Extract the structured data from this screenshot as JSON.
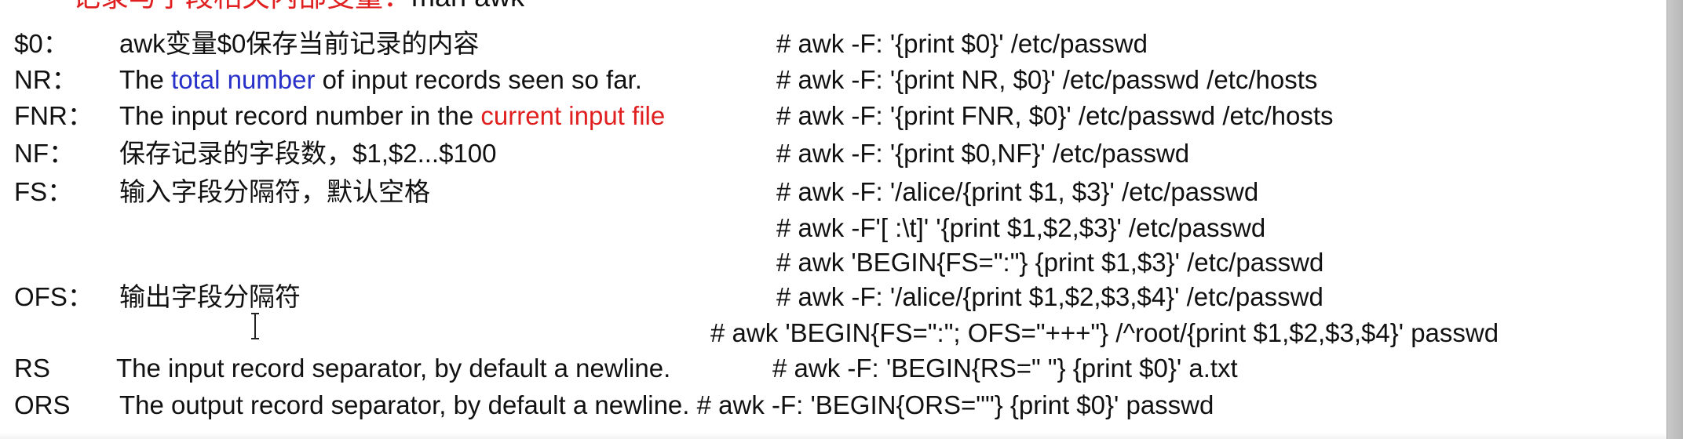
{
  "heading": {
    "marks": "＝＝",
    "title": "记录与字段相关内部变量：",
    "manref": "man awk"
  },
  "rows": [
    {
      "var": "$0：",
      "desc": "awk变量$0保存当前记录的内容",
      "cmd": "# awk -F: '{print $0}' /etc/passwd"
    },
    {
      "var": "NR：",
      "desc_pre": "The ",
      "desc_hl": "total number",
      "desc_post": " of input records seen so far.",
      "cmd": "# awk -F: '{print NR, $0}' /etc/passwd /etc/hosts"
    },
    {
      "var": "FNR：",
      "desc_pre": "The input record number in the ",
      "desc_hl": "current input file",
      "cmd": "# awk -F: '{print FNR, $0}' /etc/passwd /etc/hosts"
    },
    {
      "var": "NF：",
      "desc": "保存记录的字段数，$1,$2...$100",
      "cmd": "# awk -F: '{print $0,NF}' /etc/passwd"
    },
    {
      "var": "FS：",
      "desc": "输入字段分隔符，默认空格",
      "cmd": "# awk -F: '/alice/{print $1, $3}' /etc/passwd",
      "cmd2": "# awk -F'[ :\\t]' '{print $1,$2,$3}' /etc/passwd",
      "cmd3": "# awk 'BEGIN{FS=\":\"} {print $1,$3}' /etc/passwd"
    },
    {
      "var": "OFS：",
      "desc": "输出字段分隔符",
      "cmd": "# awk -F: '/alice/{print $1,$2,$3,$4}' /etc/passwd",
      "cmd2": "# awk 'BEGIN{FS=\":\"; OFS=\"+++\"} /^root/{print $1,$2,$3,$4}' passwd"
    },
    {
      "var": "RS",
      "desc": "The input record separator, by default a newline.",
      "cmd": "# awk -F: 'BEGIN{RS=\" \"} {print $0}' a.txt"
    },
    {
      "var": "ORS",
      "desc": "The output record separator, by default a newline.",
      "cmd": "# awk -F: 'BEGIN{ORS=\"\"} {print $0}' passwd"
    }
  ],
  "colors": {
    "highlight_blue": "#2730c8",
    "highlight_red": "#e02020",
    "text": "#111111",
    "background": "#ffffff"
  },
  "icons": {
    "cursor": "i-beam-cursor-icon"
  }
}
